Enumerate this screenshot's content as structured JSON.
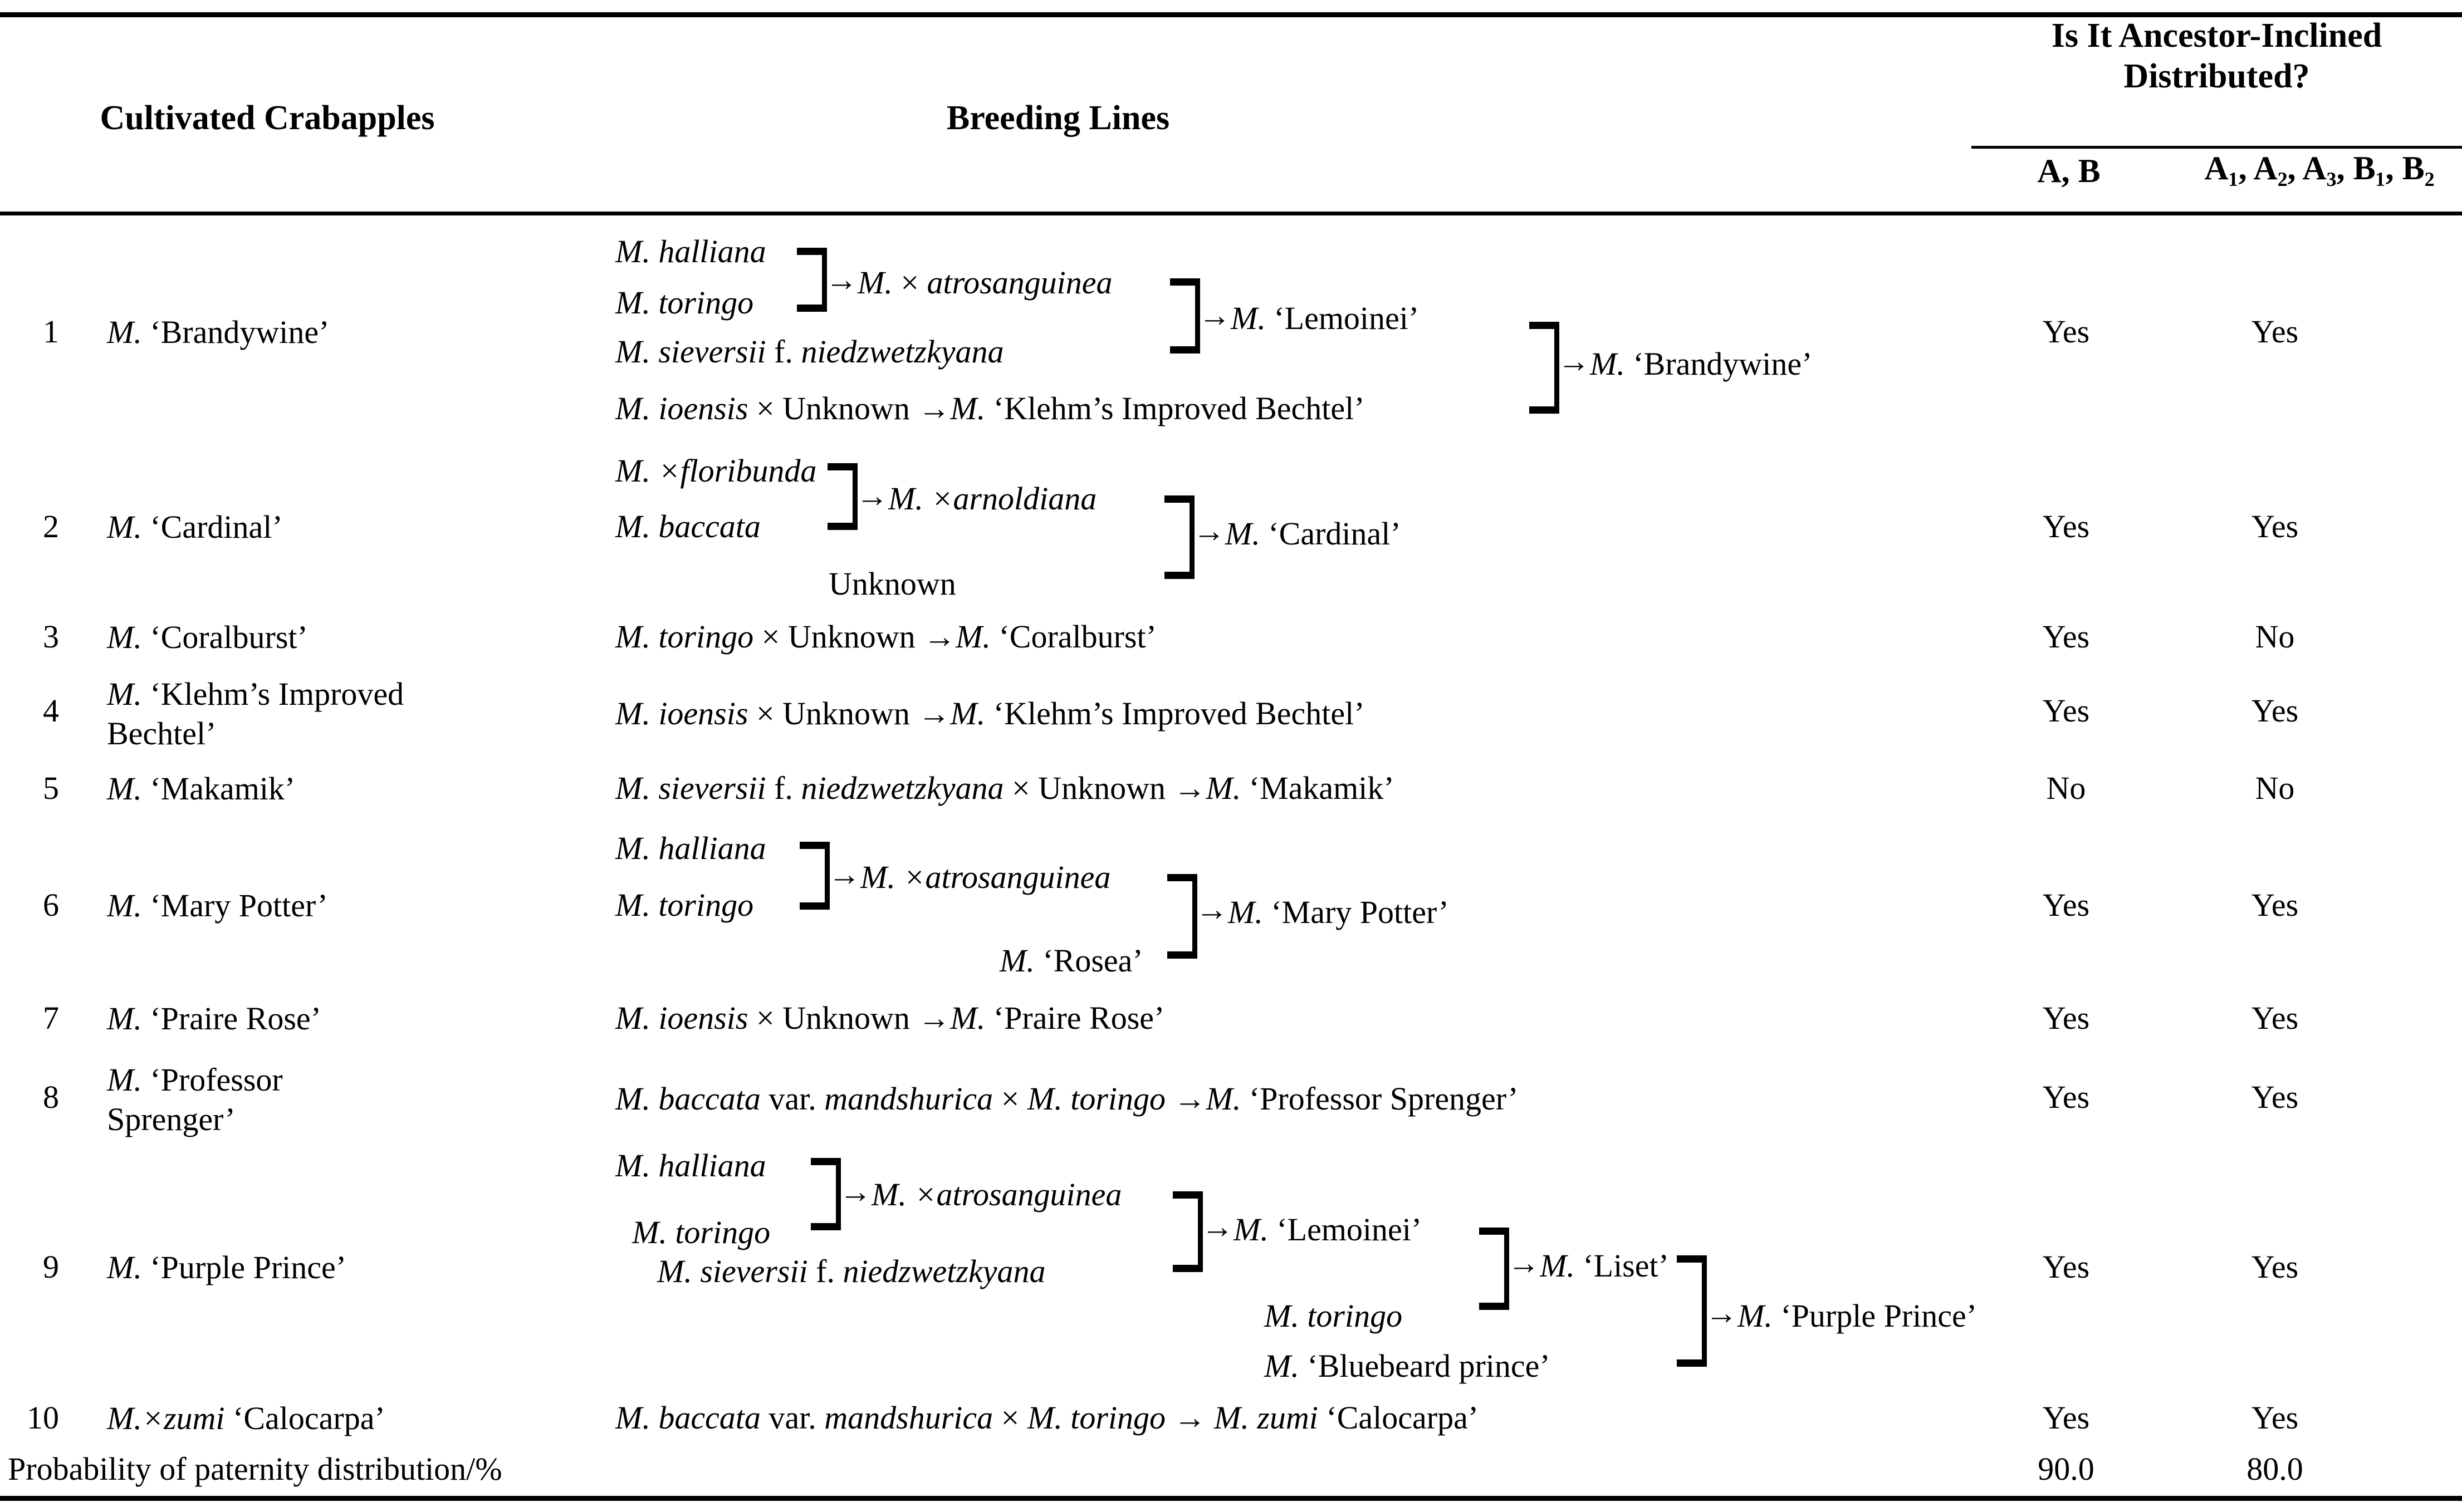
{
  "header": {
    "col_cultivated": "Cultivated Crabapples",
    "col_breeding": "Breeding Lines",
    "col_ancestor": "Is It Ancestor-Inclined Distributed?",
    "sub_ab": "A, B",
    "sub_a123": "A₁, A₂, A₃, B₁, B₂"
  },
  "rows": [
    {
      "num": "1",
      "cultivar": "M. ‘Brandywine’",
      "parents": [
        "M. halliana",
        "M. toringo",
        "M. sieversii f. niedzwetzkyana",
        "M. ioensis × Unknown →M. ‘Klehm’s Improved Bechtel’"
      ],
      "intermediates": [
        "M. × atrosanguinea",
        "M. ‘Lemoinei’"
      ],
      "result": "M. ‘Brandywine’",
      "ans_ab": "Yes",
      "ans_a123": "Yes"
    },
    {
      "num": "2",
      "cultivar": "M. ‘Cardinal’",
      "parents": [
        "M. ×floribunda",
        "M. baccata",
        "Unknown"
      ],
      "intermediates": [
        "M. ×arnoldiana"
      ],
      "result": "M. ‘Cardinal’",
      "ans_ab": "Yes",
      "ans_a123": "Yes"
    },
    {
      "num": "3",
      "cultivar": "M. ‘Coralburst’",
      "line": "M. toringo × Unknown →M. ‘Coralburst’",
      "ans_ab": "Yes",
      "ans_a123": "No"
    },
    {
      "num": "4",
      "cultivar": "M. ‘Klehm’s Improved Bechtel’",
      "line": "M. ioensis × Unknown →M. ‘Klehm’s Improved Bechtel’",
      "ans_ab": "Yes",
      "ans_a123": "Yes"
    },
    {
      "num": "5",
      "cultivar": "M. ‘Makamik’",
      "line": "M. sieversii f. niedzwetzkyana × Unknown →M. ‘Makamik’",
      "ans_ab": "No",
      "ans_a123": "No"
    },
    {
      "num": "6",
      "cultivar": "M. ‘Mary Potter’",
      "parents": [
        "M. halliana",
        "M. toringo",
        "M. ‘Rosea’"
      ],
      "intermediates": [
        "M. ×atrosanguinea"
      ],
      "result": "M. ‘Mary Potter’",
      "ans_ab": "Yes",
      "ans_a123": "Yes"
    },
    {
      "num": "7",
      "cultivar": "M. ‘Praire Rose’",
      "line": "M. ioensis × Unknown →M. ‘Praire Rose’",
      "ans_ab": "Yes",
      "ans_a123": "Yes"
    },
    {
      "num": "8",
      "cultivar": "M. ‘Professor Sprenger’",
      "line": "M. baccata var. mandshurica × M. toringo →M. ‘Professor Sprenger’",
      "ans_ab": "Yes",
      "ans_a123": "Yes"
    },
    {
      "num": "9",
      "cultivar": "M. ‘Purple Prince’",
      "parents": [
        "M. halliana",
        "M. toringo",
        "M. sieversii f. niedzwetzkyana",
        "M. toringo",
        "M. ‘Bluebeard prince’"
      ],
      "intermediates": [
        "M. ×atrosanguinea",
        "M. ‘Lemoinei’",
        "M. ‘Liset’"
      ],
      "result": "M. ‘Purple Prince’",
      "ans_ab": "Yes",
      "ans_a123": "Yes"
    },
    {
      "num": "10",
      "cultivar": "M.×zumi ‘Calocarpa’",
      "line": "M. baccata var. mandshurica × M. toringo → M. zumi ‘Calocarpa’",
      "ans_ab": "Yes",
      "ans_a123": "Yes"
    }
  ],
  "footer": {
    "label": "Probability of paternity distribution/%",
    "value_ab": "90.0",
    "value_a123": "80.0"
  }
}
